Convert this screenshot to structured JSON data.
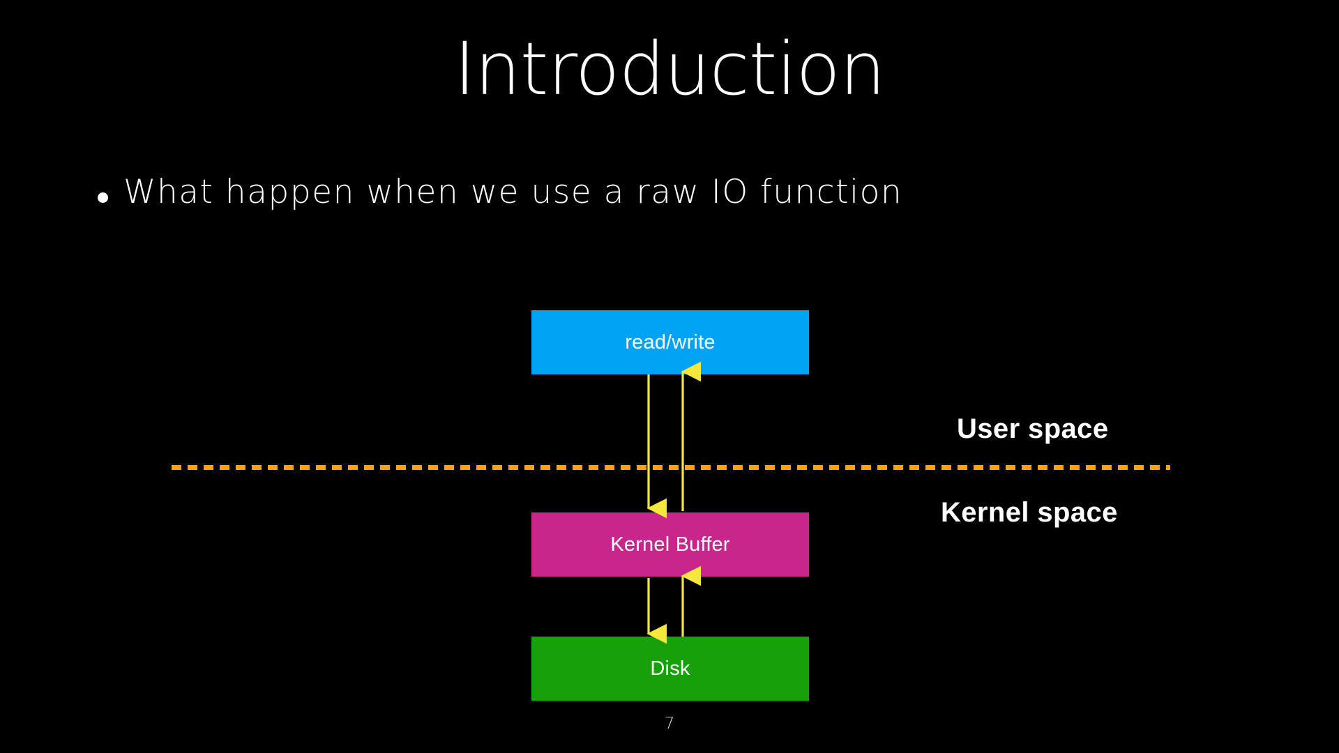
{
  "slide": {
    "background_color": "#000000",
    "title": "Introduction",
    "page_number": "7"
  },
  "bullets": [
    {
      "marker": "bullet-dot",
      "text": "What happen when we use a raw IO function"
    }
  ],
  "diagram": {
    "boxes": [
      {
        "id": "read-write",
        "label": "read/write",
        "color": "#00A2F3"
      },
      {
        "id": "kernel-buffer",
        "label": "Kernel Buffer",
        "color": "#C8268A"
      },
      {
        "id": "disk",
        "label": "Disk",
        "color": "#17A00A"
      }
    ],
    "arrow_color": "#F5E73C",
    "arrows": [
      {
        "from": "read-write",
        "to": "kernel-buffer",
        "direction": "down"
      },
      {
        "from": "kernel-buffer",
        "to": "read-write",
        "direction": "up"
      },
      {
        "from": "kernel-buffer",
        "to": "disk",
        "direction": "down"
      },
      {
        "from": "disk",
        "to": "kernel-buffer",
        "direction": "up"
      }
    ],
    "boundary": {
      "style": "dashed",
      "color": "#FF9F14"
    },
    "labels": {
      "above_boundary": "User space",
      "below_boundary": "Kernel space"
    }
  }
}
